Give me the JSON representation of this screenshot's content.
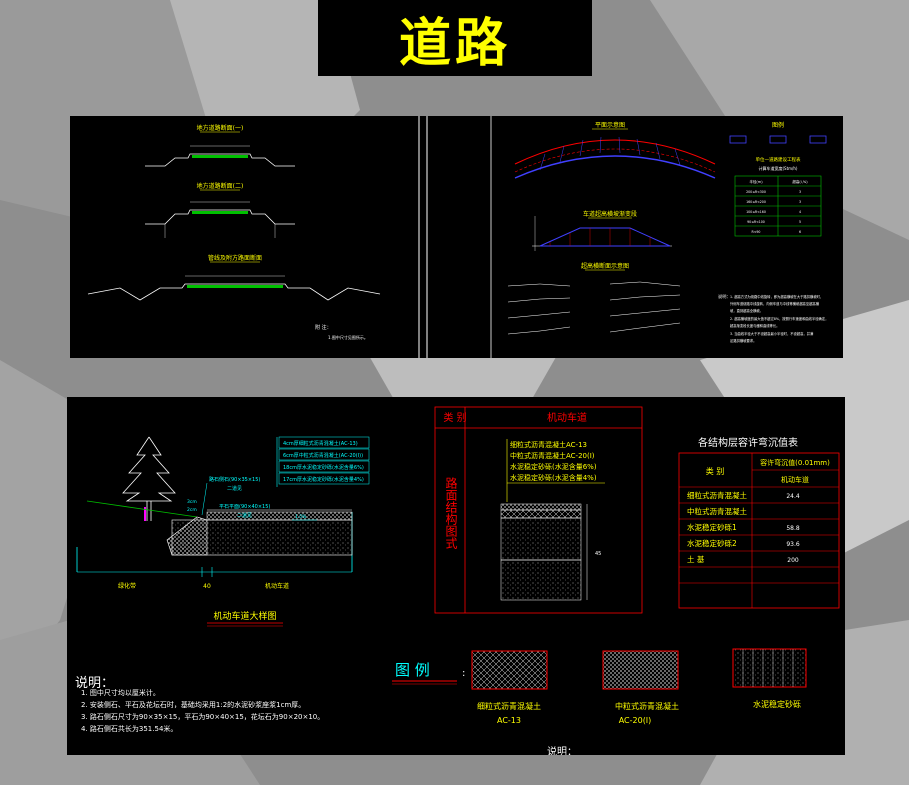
{
  "page": {
    "title": "道路"
  },
  "top_panel": {
    "left": {
      "section_a": "地方道路断面(一)",
      "section_b": "地方道路断面(二)",
      "section_c": "管线及附方路面断面",
      "note_label": "附 注：",
      "note_text": "1.图中尺寸见图所示。"
    },
    "right": {
      "plan_title": "平面示意图",
      "legend_title": "图例",
      "table_title": "单位一道路建设工程表",
      "table_subtitle": "计算车道宽度(Stm/h)",
      "table_header": [
        "半径(m)",
        "超高(i,%)"
      ],
      "table_rows": [
        [
          "200≤R<300",
          "3"
        ],
        [
          "160≤R<200",
          "3"
        ],
        [
          "100≤R<160",
          "4"
        ],
        [
          "90≤R<100",
          "5"
        ],
        [
          "R<90",
          "6"
        ]
      ],
      "profile_title": "车道超高横坡渐变段",
      "cross_title": "超高横断面示意图",
      "notes_label": "说明：",
      "notes": [
        "1. 超高方式为绕路中线旋转，即为超高横坡在大于路拱横坡时，",
        "外侧车道绕路中线旋转，内侧车道与中线等横坡超高至超高横",
        "坡，直到超高全横坡。",
        "2. 超高横坡度的最大值不超过8%，按照行车速度和曲线半径确定，",
        "超高渐变段长度与缓和曲线等长。",
        "3. 当曲线半径大于不设超高最小半径时，不设超高，并满",
        "足路拱横坡要求。"
      ]
    }
  },
  "bottom_panel": {
    "layer_labels": [
      "4cm厚细粒式沥青混凝土(AC-13)",
      "6cm厚中粒式沥青混凝土(AC-20(I))",
      "18cm厚水泥稳定砂砾(水泥含量6%)",
      "17cm厚水泥稳定砂砾(水泥含量4%)"
    ],
    "curb_label": "路石侧石(90×35×15)",
    "curb_label2": "二道见",
    "flat_stone_label": "平石平面(90×40×15)",
    "flat_stone_label2": "二道见",
    "dims": [
      "3cm",
      "2cm",
      "1.5%"
    ],
    "dim_bottom": [
      "绿化带",
      "40",
      "机动车道"
    ],
    "detail_title": "机动车道大样图",
    "structure_table": {
      "col1": "类 别",
      "col2": "机动车道",
      "side_label": "路面结构图式",
      "layers": [
        "细粒式沥青混凝土AC-13",
        "中粒式沥青混凝土AC-20(I)",
        "水泥稳定砂砾(水泥含量6%)",
        "水泥稳定砂砾(水泥含量4%)"
      ],
      "depth": "45"
    },
    "deflection": {
      "title": "各结构层容许弯沉值表",
      "header_col1": "类 别",
      "header_col2": "容许弯沉值(0.01mm)",
      "header_sub": "机动车道",
      "rows": [
        [
          "细粒式沥青混凝土",
          "24.4"
        ],
        [
          "中粒式沥青混凝土",
          ""
        ],
        [
          "水泥稳定砂砾1",
          "58.8"
        ],
        [
          "水泥稳定砂砾2",
          "93.6"
        ],
        [
          "土  基",
          "200"
        ]
      ]
    },
    "notes_title": "说明：",
    "notes": [
      "1. 图中尺寸均以厘米计。",
      "2. 安装侧石、平石及花坛石时，基础均采用1:2的水泥砂浆座浆1cm厚。",
      "3. 路石侧石尺寸为90×35×15，平石为90×40×15，花坛石为90×20×10。",
      "4. 路石侧石共长为351.54米。"
    ],
    "legend_label": "图  例",
    "legend_items": [
      {
        "line1": "细粒式沥青混凝土",
        "line2": "AC-13"
      },
      {
        "line1": "中粒式沥青混凝土",
        "line2": "AC-20(I)"
      },
      {
        "line1": "水泥稳定砂砾",
        "line2": ""
      }
    ],
    "bottom_note": "说明："
  },
  "colors": {
    "background": "#8e8e8e",
    "title_yellow": "#ffff00",
    "cad_red": "#ff0000",
    "cad_cyan": "#00ffff",
    "cad_yellow": "#ffff00",
    "cad_green": "#00c000",
    "cad_white": "#ffffff"
  }
}
